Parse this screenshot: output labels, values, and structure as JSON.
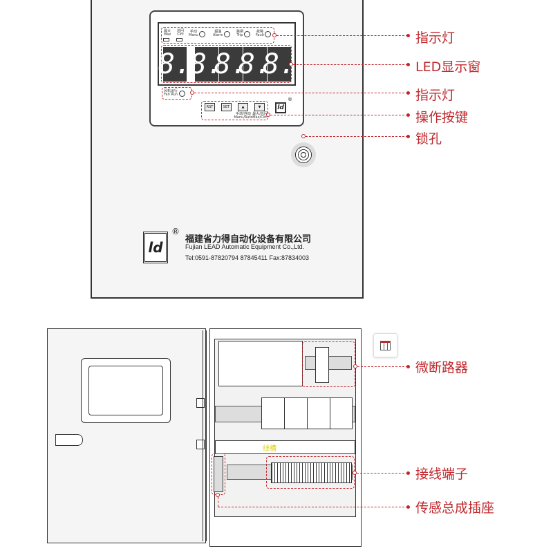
{
  "panel": {
    "indicators": [
      {
        "cn": "最大",
        "en": "Max"
      },
      {
        "cn": "巡回",
        "en": "Circ"
      },
      {
        "cn": "手动",
        "en": "Manu"
      },
      {
        "cn": "超温",
        "en": "Alarm"
      },
      {
        "cn": "跳闸",
        "en": "Trip"
      },
      {
        "cn": "故障",
        "en": "Fault"
      }
    ],
    "digits": [
      "8.",
      "8.",
      "8.",
      "8.",
      "8."
    ],
    "fan_run": {
      "cn": "风机运行",
      "en": "Fan Run"
    },
    "buttons": [
      {
        "label": "RST"
      },
      {
        "label": "SET"
      },
      {
        "label": "▲",
        "sub_cn": "手动/自动",
        "sub_en": "Manu/Auto"
      },
      {
        "label": "▼",
        "sub_cn": "最大/巡回",
        "sub_en": "Max/Circ"
      }
    ],
    "registered": "®"
  },
  "company": {
    "name_cn": "福建省力得自动化设备有限公司",
    "name_en": "Fujian LEAD Automatic Equipment Co.,Ltd.",
    "contact": "Tel:0591-87820794 87845411 Fax:87834003",
    "registered": "®"
  },
  "interior": {
    "trunking_label": "线槽"
  },
  "callouts": {
    "indicator1": "指示灯",
    "led": "LED显示窗",
    "indicator2": "指示灯",
    "buttons": "操作按键",
    "lock": "锁孔",
    "breaker": "微断路器",
    "terminal": "接线端子",
    "sensor": "传感总成插座"
  },
  "colors": {
    "accent": "#c0282d",
    "trunking": "#e0d000"
  }
}
